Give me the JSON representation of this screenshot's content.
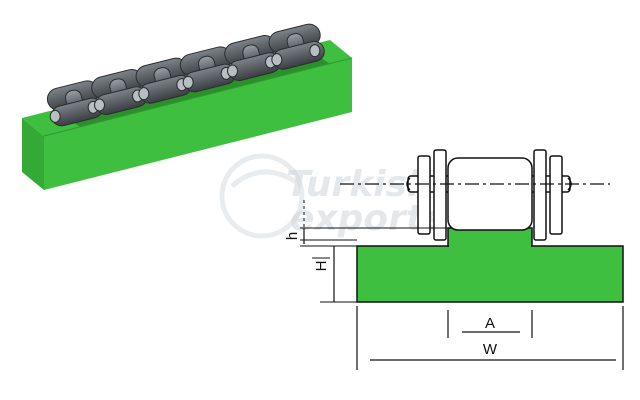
{
  "labels": {
    "h": "h",
    "H": "H",
    "A": "A",
    "W": "W"
  },
  "watermark": {
    "line1": "Turkish",
    "line2": "exporter"
  },
  "colors": {
    "profile_green": "#3fbf3f",
    "profile_green_dark": "#2c8f2c",
    "profile_green_side": "#35a935",
    "chain_metal": "#6b7075",
    "chain_dark": "#3c4045",
    "outline": "#111111"
  }
}
